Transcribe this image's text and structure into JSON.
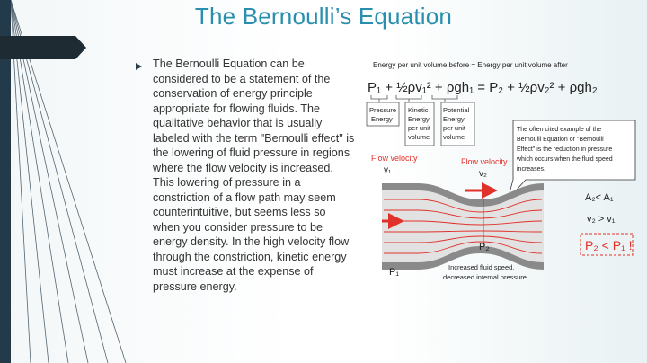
{
  "slide": {
    "title": "The Bernoulli’s Equation",
    "body": "The Bernoulli Equation can be considered to be a statement of the conservation of energy principle appropriate for flowing fluids. The qualitative behavior that is usually labeled with the term \"Bernoulli effect\" is the lowering of fluid pressure in regions where the flow velocity is increased. This lowering of pressure in a constriction of a flow path may seem counterintuitive, but seems less so when you consider pressure to be energy density. In the high velocity flow through the constriction, kinetic energy must increase at the expense of pressure energy."
  },
  "diagram": {
    "header": "Energy per unit volume before = Energy per unit volume after",
    "equation": "P₁ + ½ρv₁² + ρgh₁ = P₂ + ½ρv₂² + ρgh₂",
    "box_pressure": [
      "Pressure",
      "Energy"
    ],
    "box_kinetic": [
      "Kinetic",
      "Energy",
      "per unit",
      "volume"
    ],
    "box_potential": [
      "Potential",
      "Energy",
      "per unit",
      "volume"
    ],
    "callout": [
      "The often cited example of the",
      "Bernoulli Equation or \"Bernoulli",
      "Effect\" is the reduction in pressure",
      "which occurs when the fluid speed",
      "increases."
    ],
    "flow_label": "Flow velocity",
    "v1": "v₁",
    "v2": "v₂",
    "p1": "P₁",
    "p2": "P₂",
    "area_relation": "A₂< A₁",
    "velocity_relation": "v₂ > v₁",
    "pressure_relation": "P₂ < P₁ !",
    "caption": [
      "Increased fluid speed,",
      "decreased internal pressure."
    ],
    "colors": {
      "accent_red": "#e0312b",
      "pipe_wall": "#8a8a8a",
      "fluid": "#e2e2e2",
      "callout_bg": "#ffffff"
    }
  }
}
